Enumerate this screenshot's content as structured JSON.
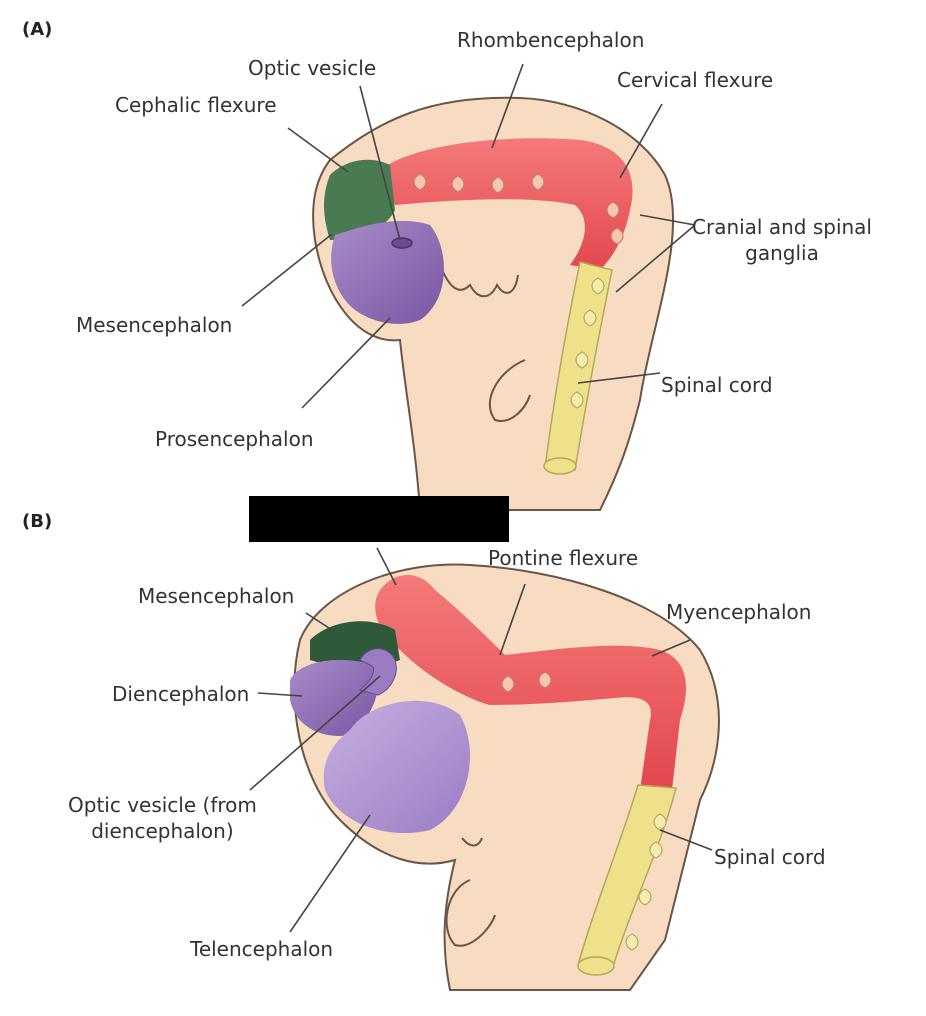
{
  "panel_a": {
    "tag": "(A)",
    "labels": {
      "rhombencephalon": "Rhombencephalon",
      "optic_vesicle": "Optic vesicle",
      "cervical_flexure": "Cervical flexure",
      "cephalic_flexure": "Cephalic flexure",
      "cranial_spinal_ganglia": "Cranial and spinal\nganglia",
      "mesencephalon": "Mesencephalon",
      "spinal_cord": "Spinal cord",
      "prosencephalon": "Prosencephalon"
    }
  },
  "panel_b": {
    "tag": "(B)",
    "labels": {
      "pontine_flexure": "Pontine flexure",
      "mesencephalon": "Mesencephalon",
      "myencephalon": "Myencephalon",
      "diencephalon": "Diencephalon",
      "optic_vesicle": "Optic vesicle (from\ndiencephalon)",
      "spinal_cord": "Spinal cord",
      "telencephalon": "Telencephalon"
    }
  },
  "colors": {
    "skin": "#f7dcc2",
    "skin_outline": "#6a5546",
    "hindbrain": "#ec5a5e",
    "midbrain": "#4a7a52",
    "forebrain": "#8c6bb0",
    "spinal_cord": "#efe18a",
    "leader": "#444444"
  }
}
